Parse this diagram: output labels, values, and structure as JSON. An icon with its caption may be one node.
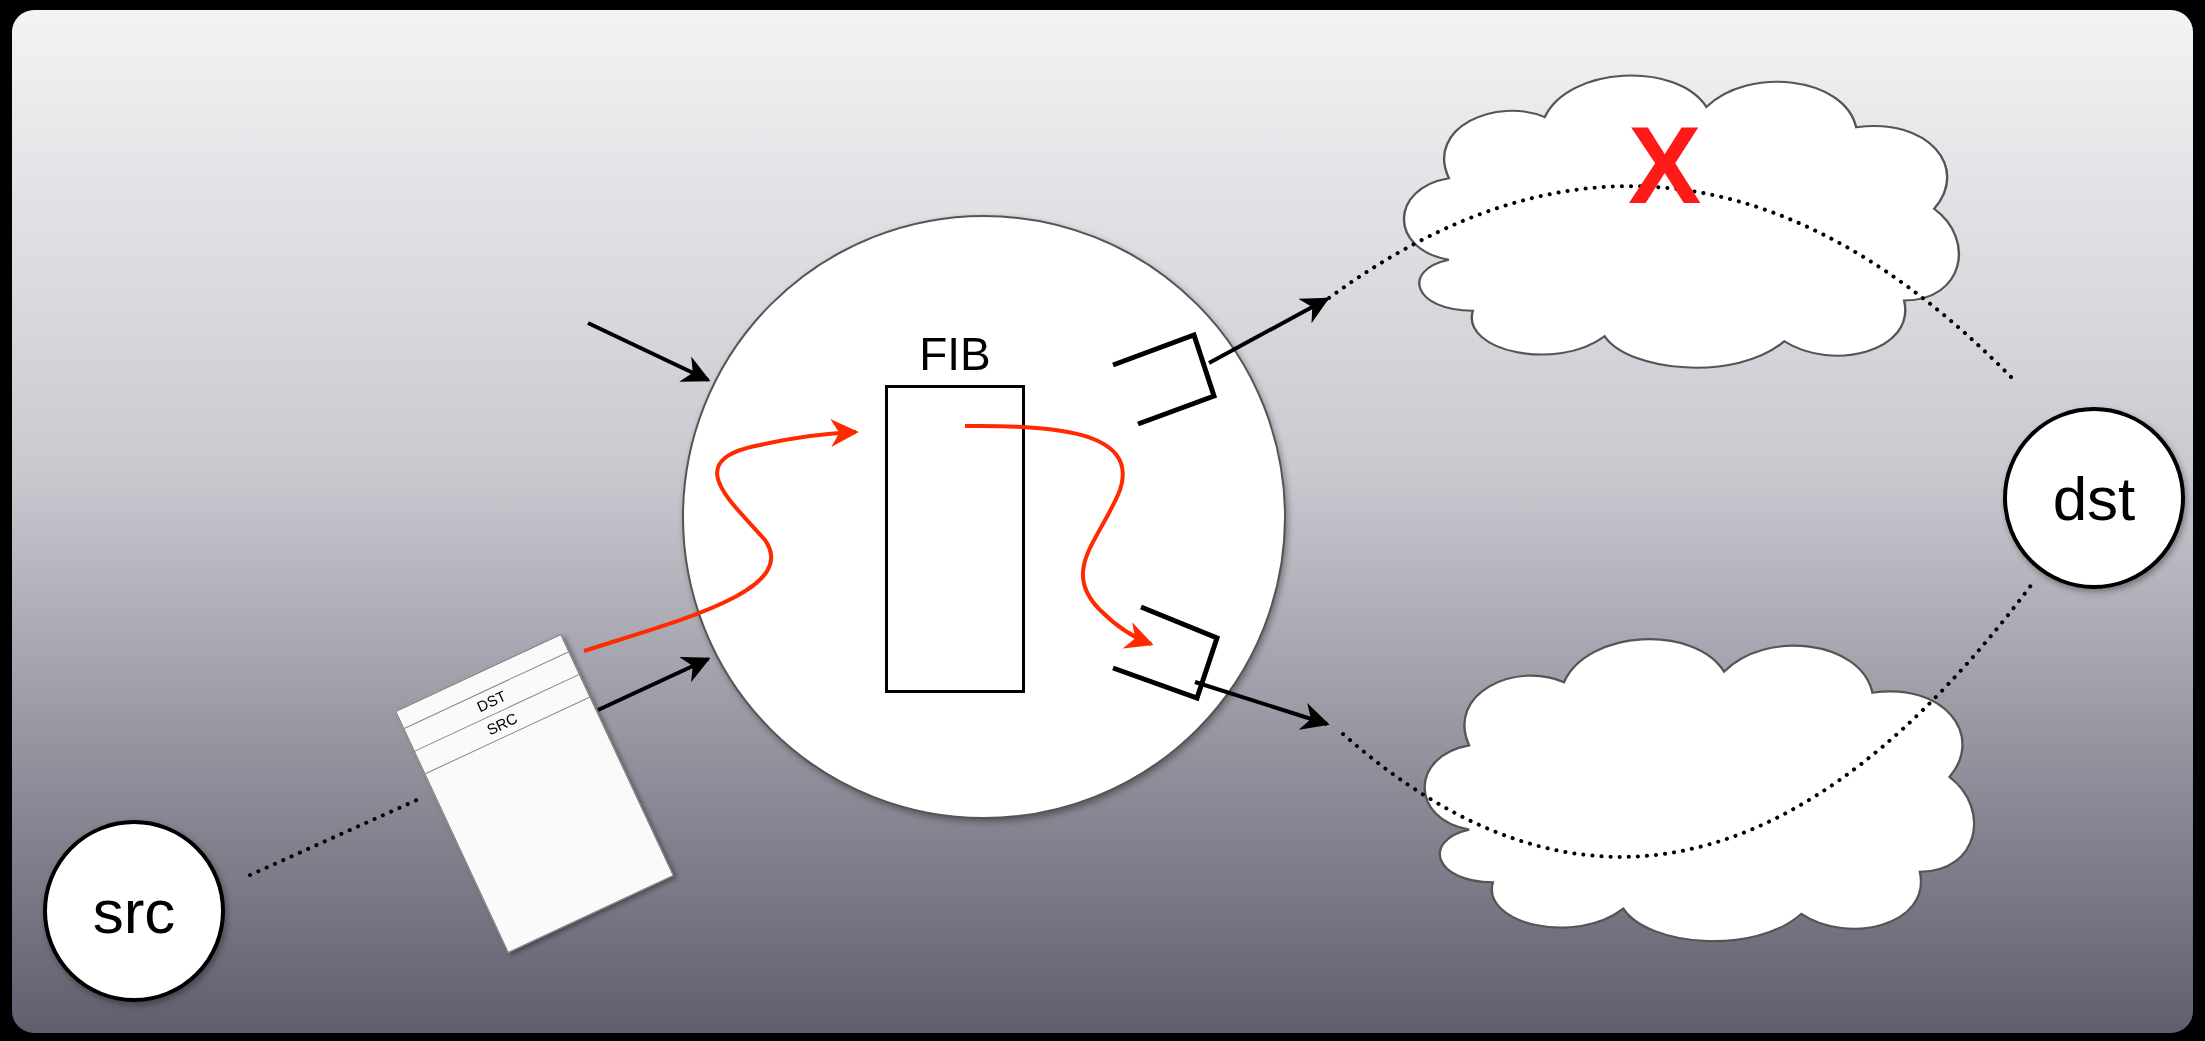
{
  "diagram": {
    "nodes": [
      {
        "text": [],
        "shape": "circle"
      },
      {
        "text": [
          "FIB"
        ],
        "in": 0
      },
      {
        "text": [
          "DST",
          "SRC"
        ]
      },
      {
        "text": [
          "src"
        ]
      },
      {
        "text": [
          "dst"
        ]
      },
      {
        "text": [],
        "shape": "cloud"
      },
      {
        "text": [],
        "shape": "cloud"
      },
      {
        "text": [],
        "shape": "box",
        "in": 0
      },
      {
        "text": [],
        "shape": "box",
        "in": 0
      }
    ],
    "edges": [
      {
        "from": 3,
        "to": 2,
        "arrow": "none",
        "style": "dashed"
      },
      {
        "from": null,
        "to": 0,
        "arrow": "to"
      },
      {
        "from": 2,
        "to": 0,
        "arrow": "to"
      },
      {
        "from": 2,
        "to": 1,
        "arrow": "to",
        "color": "#ff2a00"
      },
      {
        "from": 1,
        "to": 8,
        "arrow": "to",
        "color": "#ff2a00"
      },
      {
        "from": 7,
        "to": 5,
        "arrow": "to"
      },
      {
        "from": 8,
        "to": 6,
        "arrow": "to"
      },
      {
        "from": 5,
        "to": 4,
        "arrow": "none",
        "style": "dashed"
      },
      {
        "from": 6,
        "to": 4,
        "arrow": "none",
        "style": "dashed"
      }
    ],
    "labels": [
      "X"
    ]
  }
}
